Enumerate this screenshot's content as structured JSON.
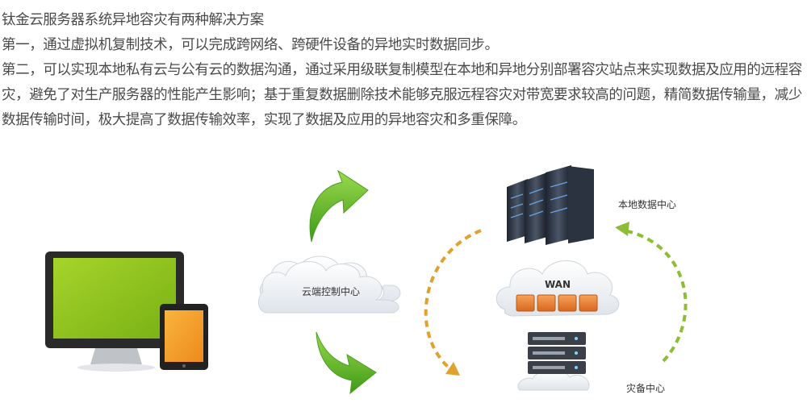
{
  "article": {
    "title": "钛金云服务器系统异地容灾有两种解决方案",
    "solution_one": "第一，通过虚拟机复制技术，可以完成跨网络、跨硬件设备的异地实时数据同步。",
    "solution_two": "第二，可以实现本地私有云与公有云的数据沟通，通过采用级联复制模型在本地和异地分别部署容灾站点来实现数据及应用的远程容灾，避免了对生产服务器的性能产生影响；基于重复数据删除技术能够克服远程容灾对带宽要求较高的问题，精简数据传输量，减少数据传输时间，极大提高了数据传输效率，实现了数据及应用的异地容灾和多重保障。"
  },
  "diagram": {
    "cloud_control_label": "云端控制中心",
    "wan_label": "WAN",
    "local_dc_label": "本地数据中心",
    "backup_center_label": "灾备中心",
    "colors": {
      "green_arrow": "#5cb82a",
      "orange_dash": "#e0a22c",
      "green_dash": "#8cbd34",
      "monitor_screen": "#8ec31f",
      "tablet_screen": "#f39c28"
    }
  }
}
